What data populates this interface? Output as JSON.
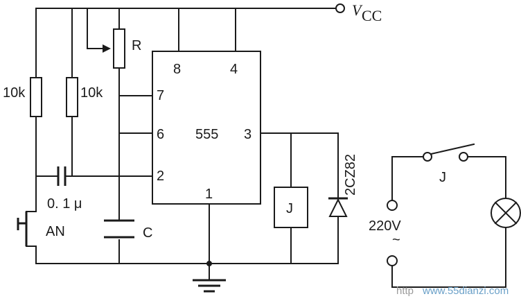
{
  "labels": {
    "vcc_main": "V",
    "vcc_sub": "CC",
    "pot": "R",
    "res1": "10k",
    "res2": "10k",
    "cap_trigger": "0. 1 μ",
    "button": "AN",
    "timing_cap": "C",
    "ic": "555",
    "relay": "J",
    "diode": "2CZ82",
    "ac_voltage": "220V",
    "ac_symbol": "~",
    "switch": "J"
  },
  "pins": {
    "p8": "8",
    "p4": "4",
    "p7": "7",
    "p6": "6",
    "p3": "3",
    "p2": "2",
    "p1": "1"
  },
  "watermark": {
    "prefix": "http",
    "site": "www.55dianzi.com"
  }
}
